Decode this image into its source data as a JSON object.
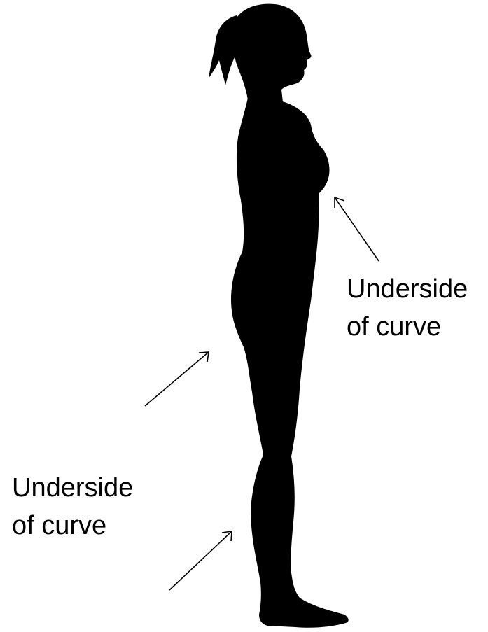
{
  "colors": {
    "background": "#ffffff",
    "silhouette": "#000000",
    "text": "#000000"
  },
  "annotations": {
    "right": {
      "line1": "Underside",
      "line2": "of curve"
    },
    "left": {
      "line1": "Underside",
      "line2": "of curve"
    }
  },
  "icons": {
    "figure": "standing-woman-silhouette-side-view",
    "arrows": "thin-arrow-icon"
  }
}
